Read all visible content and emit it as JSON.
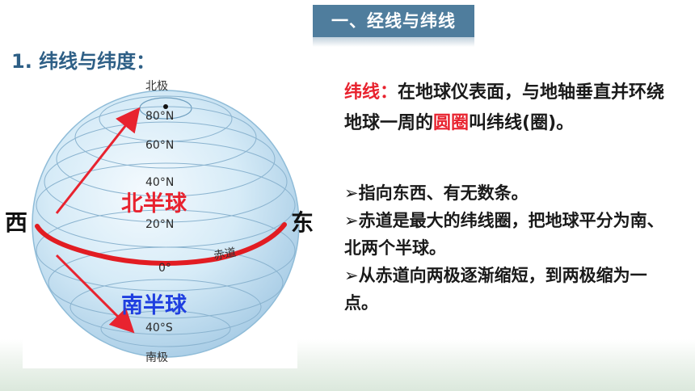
{
  "header": {
    "tab": "一、经线与纬线"
  },
  "section": {
    "title": "1. 纬线与纬度："
  },
  "globe": {
    "north_pole": "北极",
    "south_pole": "南极",
    "west": "西",
    "east": "东",
    "northern_hemisphere": "北半球",
    "southern_hemisphere": "南半球",
    "equator": "赤道",
    "latitudes": [
      "80°N",
      "60°N",
      "40°N",
      "20°N",
      "0°",
      "40°S"
    ],
    "colors": {
      "northern": "#e8232f",
      "southern": "#1f3fe0",
      "arrow": "#e8232f",
      "globe": "#cfe6f5"
    }
  },
  "definition": {
    "term": "纬线：",
    "text_before": "在地球仪表面，与地轴垂直并环绕地球一周的",
    "highlight": "圆圈",
    "text_after": "叫纬线(圈)。"
  },
  "bullets": [
    "➢指向东西、有无数条。",
    "➢赤道是最大的纬线圈，把地球平分为南、北两个半球。",
    "➢从赤道向两极逐渐缩短，到两极缩为一点。"
  ]
}
